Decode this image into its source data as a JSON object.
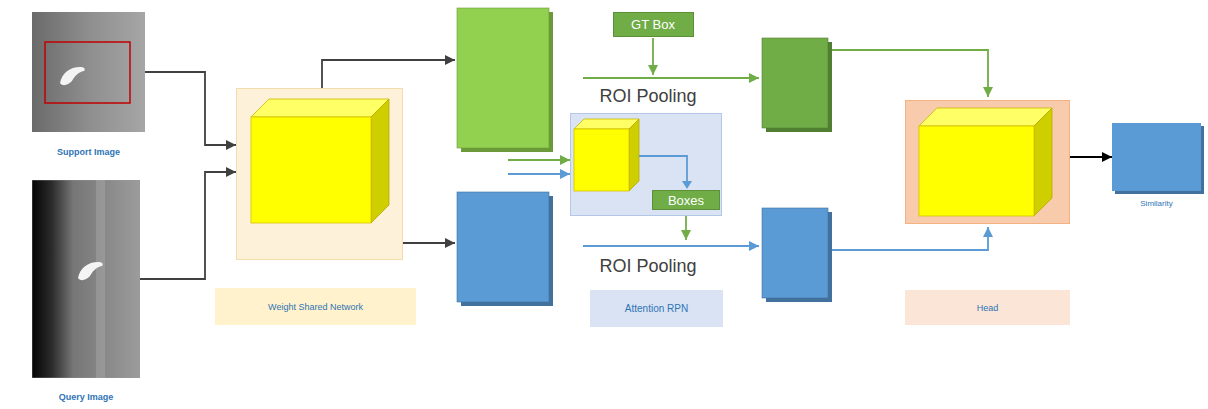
{
  "diagram": {
    "nodes": [
      {
        "text": [
          "Support Image"
        ]
      },
      {
        "text": [
          "Query Image"
        ]
      },
      {
        "text": [
          "Weight Shared Network"
        ]
      },
      {
        "text": [
          "GT Box"
        ]
      },
      {
        "text": [
          "Attention RPN"
        ]
      },
      {
        "text": [
          "Boxes"
        ],
        "in": 4
      },
      {
        "text": [
          "Head"
        ]
      },
      {
        "text": [
          "Similarity"
        ]
      }
    ],
    "edges": [
      {
        "from": 0,
        "to": 2,
        "arrow": "to"
      },
      {
        "from": 1,
        "to": 2,
        "arrow": "to"
      },
      {
        "from": 6,
        "to": 7,
        "arrow": "to"
      }
    ],
    "labels": [
      "ROI Pooling",
      "ROI Pooling"
    ]
  }
}
